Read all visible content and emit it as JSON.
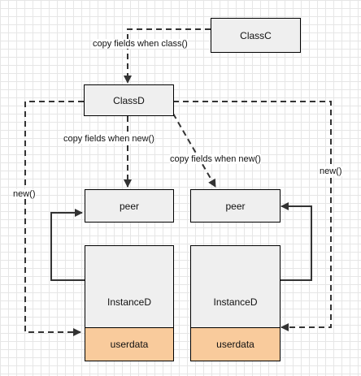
{
  "nodes": {
    "class_c": "ClassC",
    "class_d": "ClassD",
    "peer_left": "peer",
    "peer_right": "peer",
    "instance_left": "InstanceD",
    "instance_right": "InstanceD",
    "userdata_left": "userdata",
    "userdata_right": "userdata"
  },
  "edges": {
    "c_to_d": "copy fields when class()",
    "d_to_peer_left": "copy fields when new()",
    "d_to_peer_right": "copy fields when new()",
    "new_left": "new()",
    "new_right": "new()"
  },
  "colors": {
    "line": "#333333",
    "box_fill": "#efefef",
    "userdata_fill": "#f9cb9c"
  }
}
